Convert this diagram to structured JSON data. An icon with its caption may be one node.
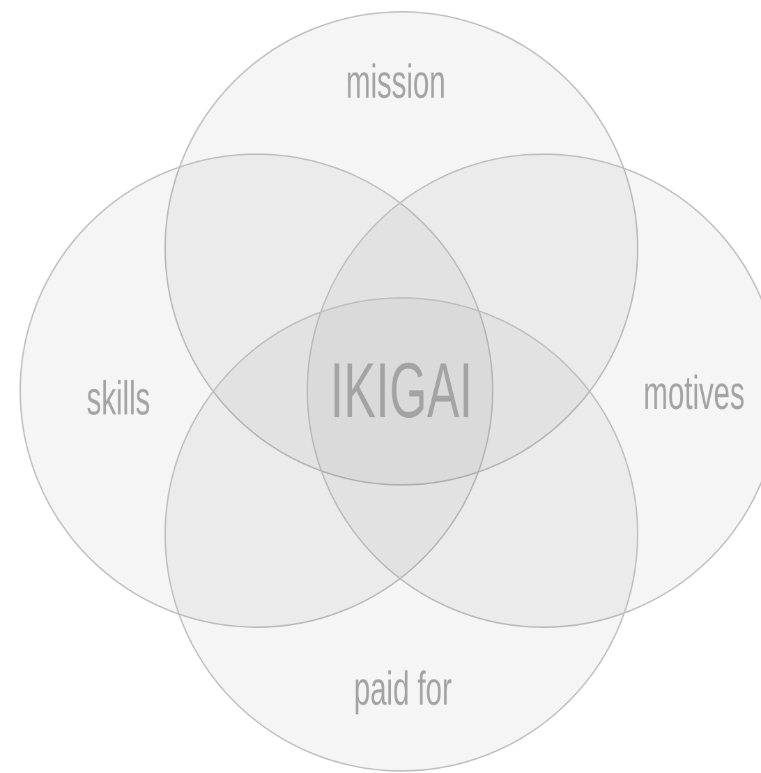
{
  "diagram": {
    "nodes": [
      {
        "text": [
          "mission"
        ]
      },
      {
        "text": [
          "skills"
        ]
      },
      {
        "text": [
          "motives"
        ]
      },
      {
        "text": [
          "paid for"
        ]
      }
    ],
    "labels": [
      "IKIGAI"
    ]
  }
}
